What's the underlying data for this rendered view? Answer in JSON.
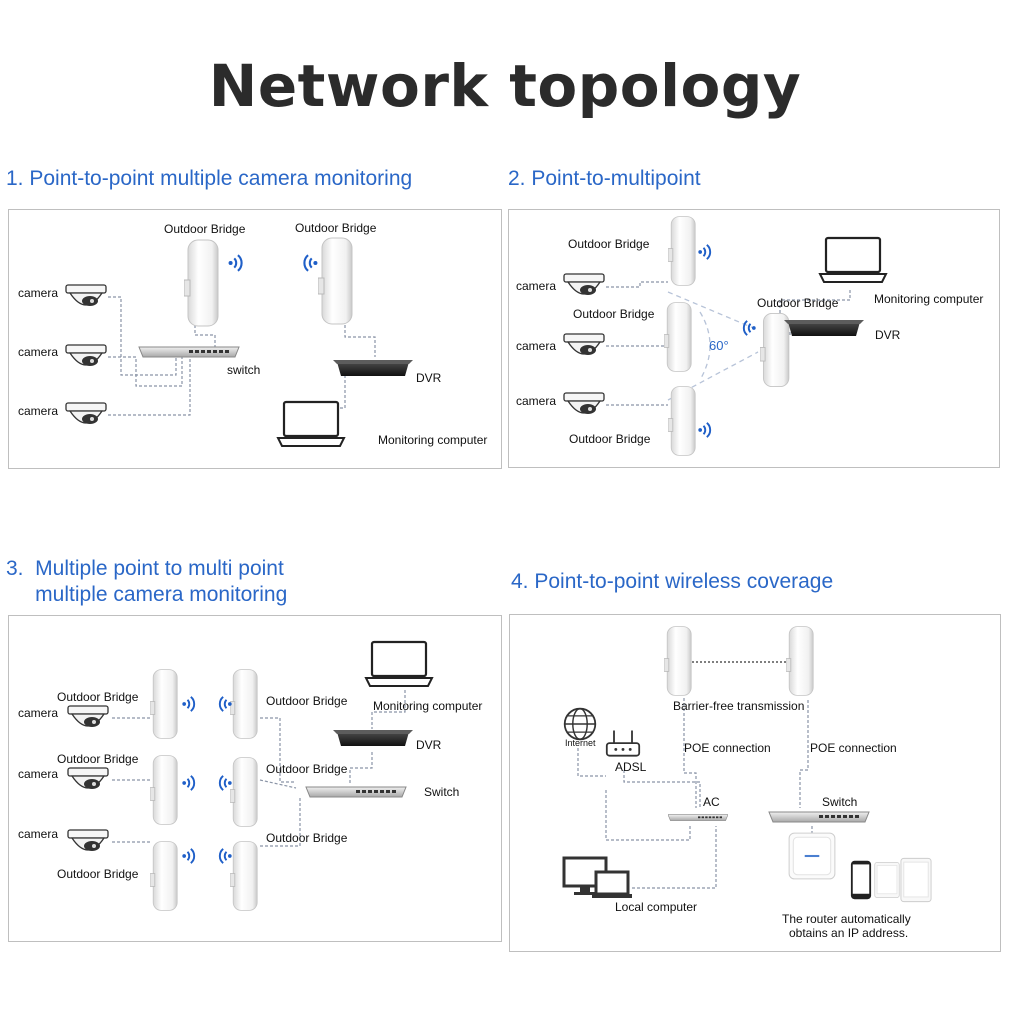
{
  "title": "Network topology",
  "sections": {
    "s1": {
      "heading": "1. Point-to-point multiple camera monitoring",
      "labels": {
        "bridge_left": "Outdoor Bridge",
        "bridge_right": "Outdoor Bridge",
        "camera1": "camera",
        "camera2": "camera",
        "camera3": "camera",
        "switch": "switch",
        "dvr": "DVR",
        "monitor": "Monitoring computer"
      }
    },
    "s2": {
      "heading": "2. Point-to-multipoint",
      "labels": {
        "bridge_top": "Outdoor Bridge",
        "bridge_mid": "Outdoor Bridge",
        "bridge_bottom": "Outdoor Bridge",
        "bridge_center": "Outdoor Bridge",
        "camera1": "camera",
        "camera2": "camera",
        "camera3": "camera",
        "angle": "60°",
        "monitor": "Monitoring computer",
        "dvr": "DVR"
      }
    },
    "s3": {
      "heading_line1": "3.  Multiple point to multi point",
      "heading_line2": "     multiple camera monitoring",
      "labels": {
        "bridge_l1": "Outdoor Bridge",
        "bridge_l2": "Outdoor Bridge",
        "bridge_l3": "Outdoor Bridge",
        "bridge_r1": "Outdoor Bridge",
        "bridge_r2": "Outdoor Bridge",
        "bridge_r3": "Outdoor Bridge",
        "camera1": "camera",
        "camera2": "camera",
        "camera3": "camera",
        "monitor": "Monitoring computer",
        "dvr": "DVR",
        "switch": "Switch"
      }
    },
    "s4": {
      "heading": "4. Point-to-point wireless coverage",
      "labels": {
        "barrier": "Barrier-free transmission",
        "poe_left": "POE connection",
        "poe_right": "POE connection",
        "internet": "Internet",
        "adsl": "ADSL",
        "ac": "AC",
        "switch": "Switch",
        "local": "Local computer",
        "router_note_1": "The router automatically",
        "router_note_2": "obtains an IP address."
      }
    }
  },
  "colors": {
    "heading": "#2a67c7",
    "title": "#2b2b2b",
    "wifi": "#1f5fc8",
    "wire": "#8a94a6",
    "panel_border": "#bfbfbf"
  }
}
